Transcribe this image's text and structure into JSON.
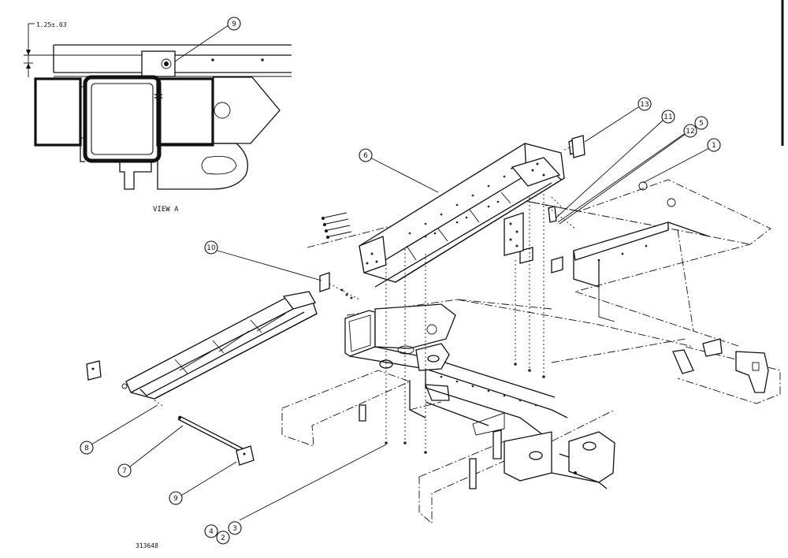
{
  "drawing": {
    "dimension_note": "1.25±.03",
    "view_label": "VIEW A",
    "drawing_number": "313648",
    "balloons": [
      "9",
      "6",
      "13",
      "11",
      "12",
      "5",
      "1",
      "10",
      "8",
      "7",
      "9",
      "4",
      "2",
      "3"
    ],
    "ink_color": "#111111",
    "background_color": "#ffffff"
  }
}
